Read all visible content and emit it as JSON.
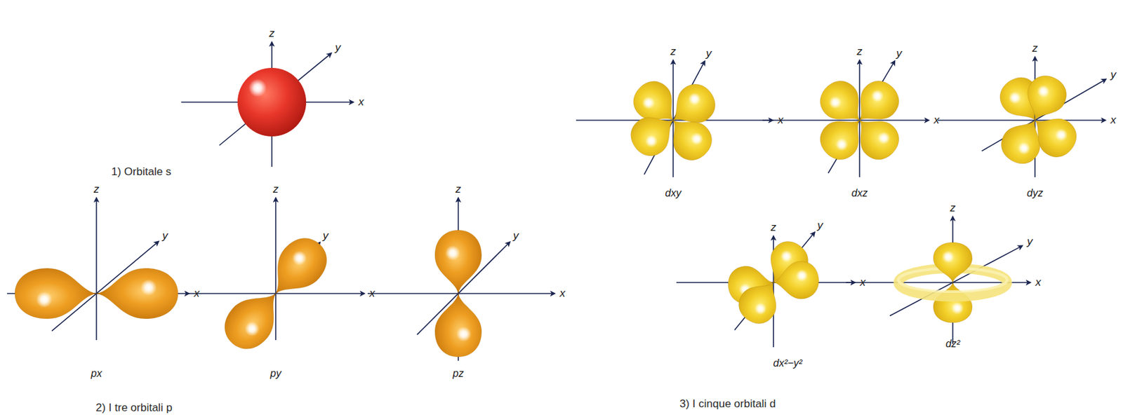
{
  "diagram": {
    "labels": [
      "z",
      "y",
      "x",
      "1) Orbitale s",
      "z",
      "y",
      "x",
      "z",
      "y",
      "x",
      "z",
      "y",
      "x",
      "dxy",
      "dxz",
      "dyz",
      "z",
      "y",
      "x",
      "z",
      "y",
      "x",
      "z",
      "y",
      "x",
      "z",
      "y",
      "x",
      "z",
      "y",
      "x",
      "px",
      "py",
      "pz",
      "dx²−y²",
      "dz²",
      "2) I tre orbitali p",
      "3) I cinque orbitali d"
    ]
  }
}
